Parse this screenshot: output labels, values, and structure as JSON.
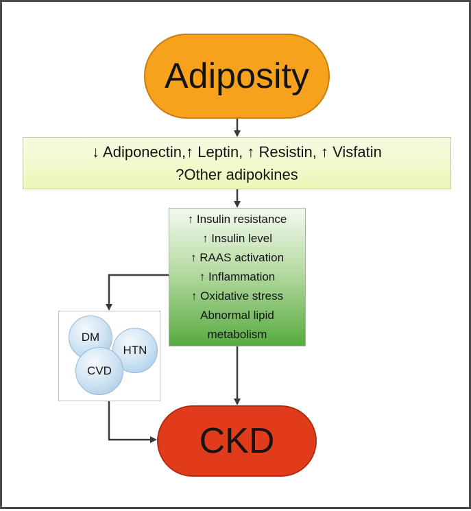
{
  "diagram": {
    "top_node": "Adiposity",
    "adipokines": {
      "line1": "↓ Adiponectin,↑ Leptin, ↑ Resistin, ↑ Visfatin",
      "line2": "?Other adipokines"
    },
    "mechanisms": [
      "↑ Insulin resistance",
      "↑ Insulin level",
      "↑ RAAS activation",
      "↑ Inflammation",
      "↑ Oxidative stress",
      "Abnormal lipid",
      "metabolism"
    ],
    "comorbidities": [
      "DM",
      "HTN",
      "CVD"
    ],
    "outcome": "CKD"
  },
  "colors": {
    "adiposity_fill": "#f7a21c",
    "adipokines_fill": "#eef5b8",
    "mechanisms_fill": "#57ab40",
    "comorbidity_fill": "#cfe3f3",
    "ckd_fill": "#e03b1b",
    "arrow": "#3a3a3a"
  }
}
